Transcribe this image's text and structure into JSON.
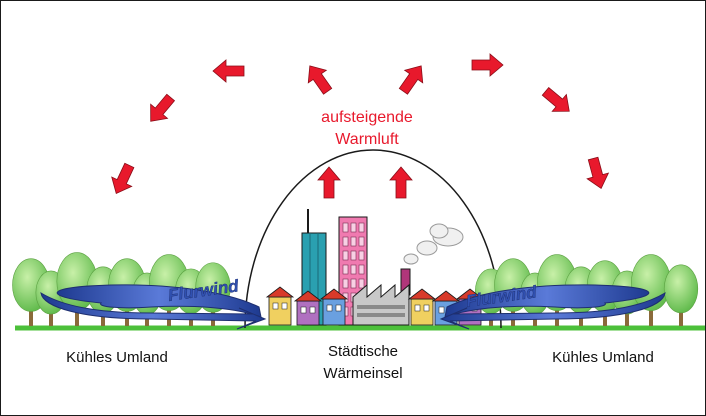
{
  "labels": {
    "rising_air_line1": "aufsteigende",
    "rising_air_line2": "Warmluft",
    "country_left": "Kühles Umland",
    "city_line1": "Städtische",
    "city_line2": "Wärmeinsel",
    "country_right": "Kühles Umland",
    "wind_left": "Flurwind",
    "wind_right": "Flurwind"
  },
  "colors": {
    "warm_air": "#e8192c",
    "wind": "#3050b0",
    "ground": "#4cc03a",
    "tree": "#7ad060",
    "border": "#1a1a1a"
  },
  "icons": [
    "arrow-icon",
    "tree-icon",
    "house-icon",
    "skyscraper-icon",
    "factory-icon",
    "smoke-cloud-icon",
    "wind-arrow-icon"
  ]
}
